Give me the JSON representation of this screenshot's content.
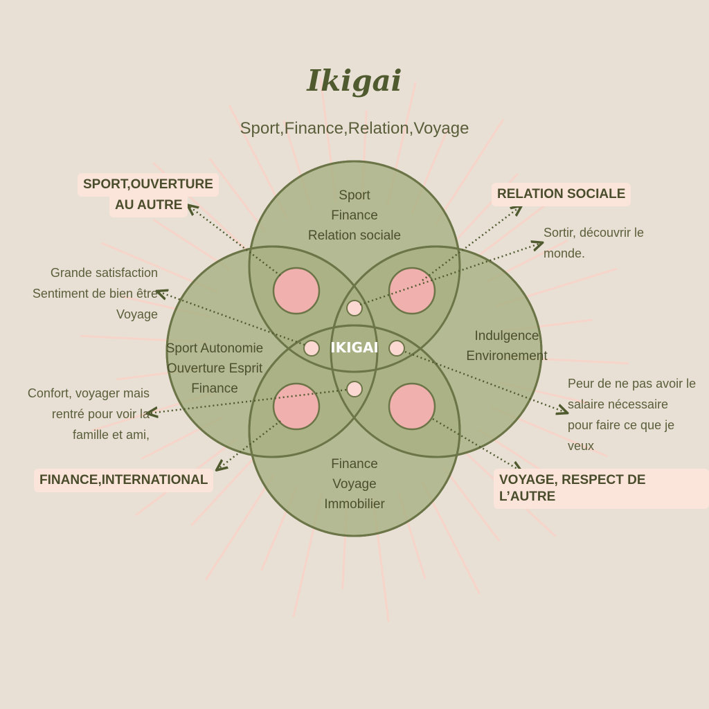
{
  "title": "Ikigai",
  "subtitle": "Sport,Finance,Relation,Voyage",
  "center_label": "IKIGAI",
  "circles": {
    "top": [
      "Sport",
      "Finance",
      "Relation sociale"
    ],
    "left": [
      "Sport Autonomie",
      "Ouverture Esprit",
      "Finance"
    ],
    "right": [
      "Indulgence",
      "Environement"
    ],
    "bottom": [
      "Finance",
      "Voyage",
      "Immobilier"
    ]
  },
  "tags": {
    "top_left": [
      "SPORT,OUVERTURE",
      "AU AUTRE"
    ],
    "top_right": "RELATION SOCIALE",
    "bottom_left": "FINANCE,INTERNATIONAL",
    "bottom_right": "VOYAGE, RESPECT DE L’AUTRE"
  },
  "notes": {
    "left_upper": [
      "Grande satisfaction",
      "Sentiment de bien  être",
      "Voyage"
    ],
    "left_lower": [
      "Confort, voyager mais",
      "rentré pour voir la",
      "famille et ami,"
    ],
    "right_upper": [
      "Sortir, découvrir le",
      "monde."
    ],
    "right_lower": [
      "Peur de ne pas avoir le",
      "salaire nécessaire",
      "pour faire ce que je",
      "veux"
    ]
  },
  "colors": {
    "background": "#e8e0d5",
    "circle_fill": "#a8b184",
    "circle_stroke": "#6b7547",
    "pink_dot": "#f0b0ae",
    "tag_bg": "#fbe4da",
    "rays": "#f7d4c9"
  }
}
